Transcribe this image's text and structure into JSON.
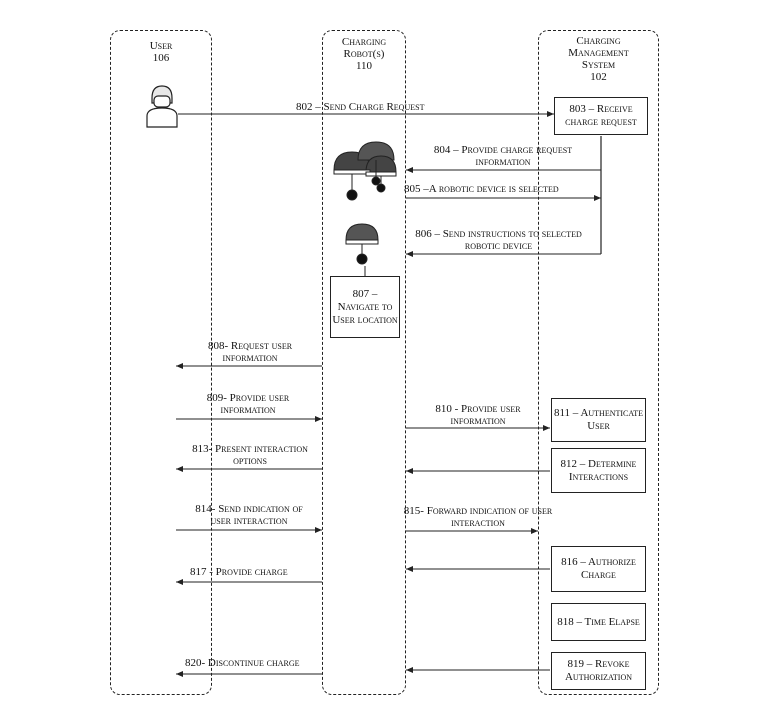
{
  "lanes": {
    "user": [
      "User",
      "106"
    ],
    "robot": [
      "Charging",
      "Robot(s)",
      "110"
    ],
    "cms": [
      "Charging",
      "Management",
      "System",
      "102"
    ]
  },
  "steps": {
    "s802": "802 – Send Charge Request",
    "s803": "803 – Receive charge request",
    "s804": [
      "804 – Provide charge request",
      "information"
    ],
    "s805": "805 –A robotic device is selected",
    "s806": [
      "806 – Send instructions to selected",
      "robotic device"
    ],
    "s807": "807 – Navigate to User location",
    "s808": [
      "808- Request user",
      "information"
    ],
    "s809": [
      "809- Provide user",
      "information"
    ],
    "s810": [
      "810 - Provide user",
      "information"
    ],
    "s811": "811 – Authenticate User",
    "s812": "812 – Determine Interactions",
    "s813": [
      "813- Present interaction",
      "options"
    ],
    "s814": [
      "814- Send indication of",
      "user interaction"
    ],
    "s815": [
      "815- Forward indication of user",
      "interaction"
    ],
    "s816": "816 – Authorize Charge",
    "s817": "817 - Provide charge",
    "s818": "818 – Time Elapse",
    "s819": "819 – Revoke Authorization",
    "s820": "820- Discontinue charge"
  }
}
